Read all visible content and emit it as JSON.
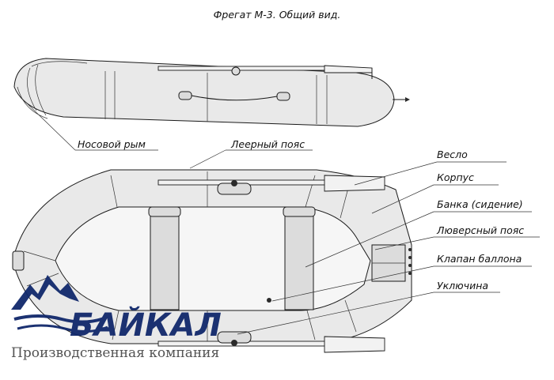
{
  "title": "Фрегат М-3. Общий вид.",
  "labels": {
    "nose_ring": "Носовой рым",
    "rope": "Леерный пояс",
    "oar": "Весло",
    "hull": "Корпус",
    "seat": "Банка (сидение)",
    "grommet_belt": "Люверсный пояс",
    "valve": "Клапан баллона",
    "oarlock": "Уключина"
  },
  "logo": {
    "brand": "БАЙКАЛ",
    "tagline": "Производственная компания"
  },
  "colors": {
    "line": "#1a1a1a",
    "brand": "#10286b",
    "tagline": "#4a4a4a"
  }
}
